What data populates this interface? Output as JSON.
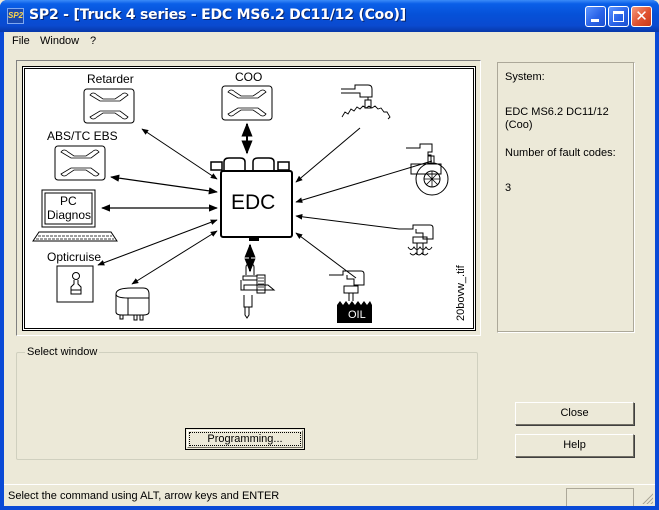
{
  "window": {
    "title": "SP2 - [Truck 4 series - EDC MS6.2 DC11/12 (Coo)]",
    "app_icon": "SP2",
    "controls": {
      "minimize": "minimize-icon",
      "maximize": "maximize-icon",
      "close": "close-icon",
      "close_glyph": "✕"
    }
  },
  "menu": {
    "items": [
      "File",
      "Window",
      "?"
    ]
  },
  "diagram": {
    "center": "EDC",
    "nodes": {
      "retarder": "Retarder",
      "coo": "COO",
      "abs": "ABS/TC EBS",
      "pc_line1": "PC",
      "pc_line2": "Diagnos",
      "opticruise": "Opticruise",
      "oil": "OIL"
    },
    "file_label": "20bovw_.tif"
  },
  "info": {
    "system_label": "System:",
    "system_value_line1": "EDC MS6.2 DC11/12",
    "system_value_line2": "(Coo)",
    "fault_label": "Number of fault codes:",
    "fault_count": "3"
  },
  "select_window": {
    "label": "Select window",
    "programming_button": "Programming..."
  },
  "buttons": {
    "close": "Close",
    "help": "Help"
  },
  "status": {
    "text": "Select the command using ALT, arrow keys and ENTER"
  }
}
